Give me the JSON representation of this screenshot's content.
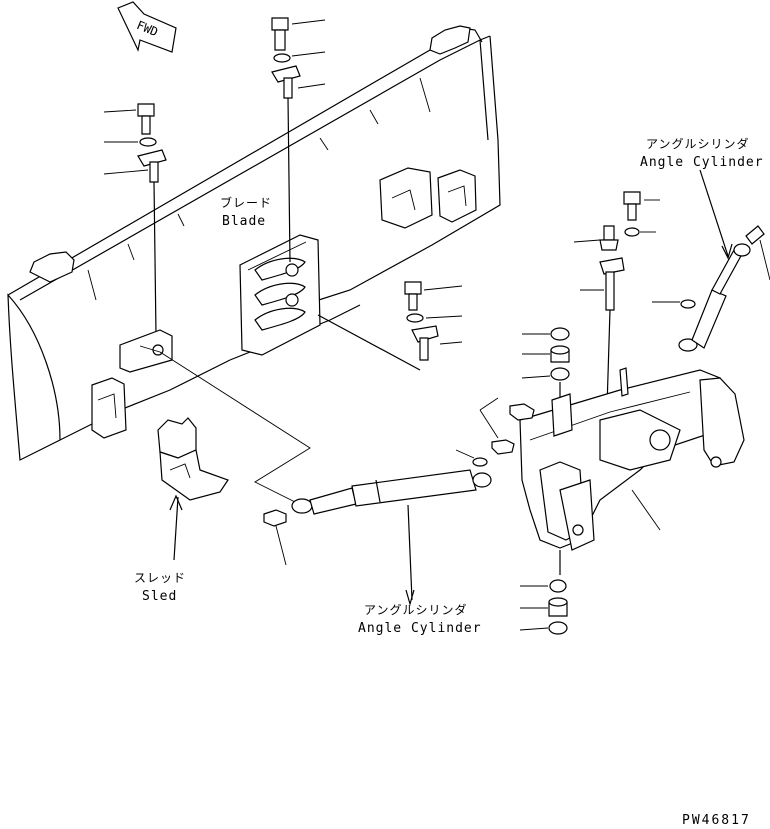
{
  "labels": {
    "fwd": "FWD",
    "blade_jp": "ブレード",
    "blade_en": "Blade",
    "sled_jp": "スレッド",
    "sled_en": "Sled",
    "angle_cyl_right_jp": "アングルシリンダ",
    "angle_cyl_right_en": "Angle Cylinder",
    "angle_cyl_bottom_jp": "アングルシリンダ",
    "angle_cyl_bottom_en": "Angle Cylinder"
  },
  "drawing_code": "PW46817"
}
